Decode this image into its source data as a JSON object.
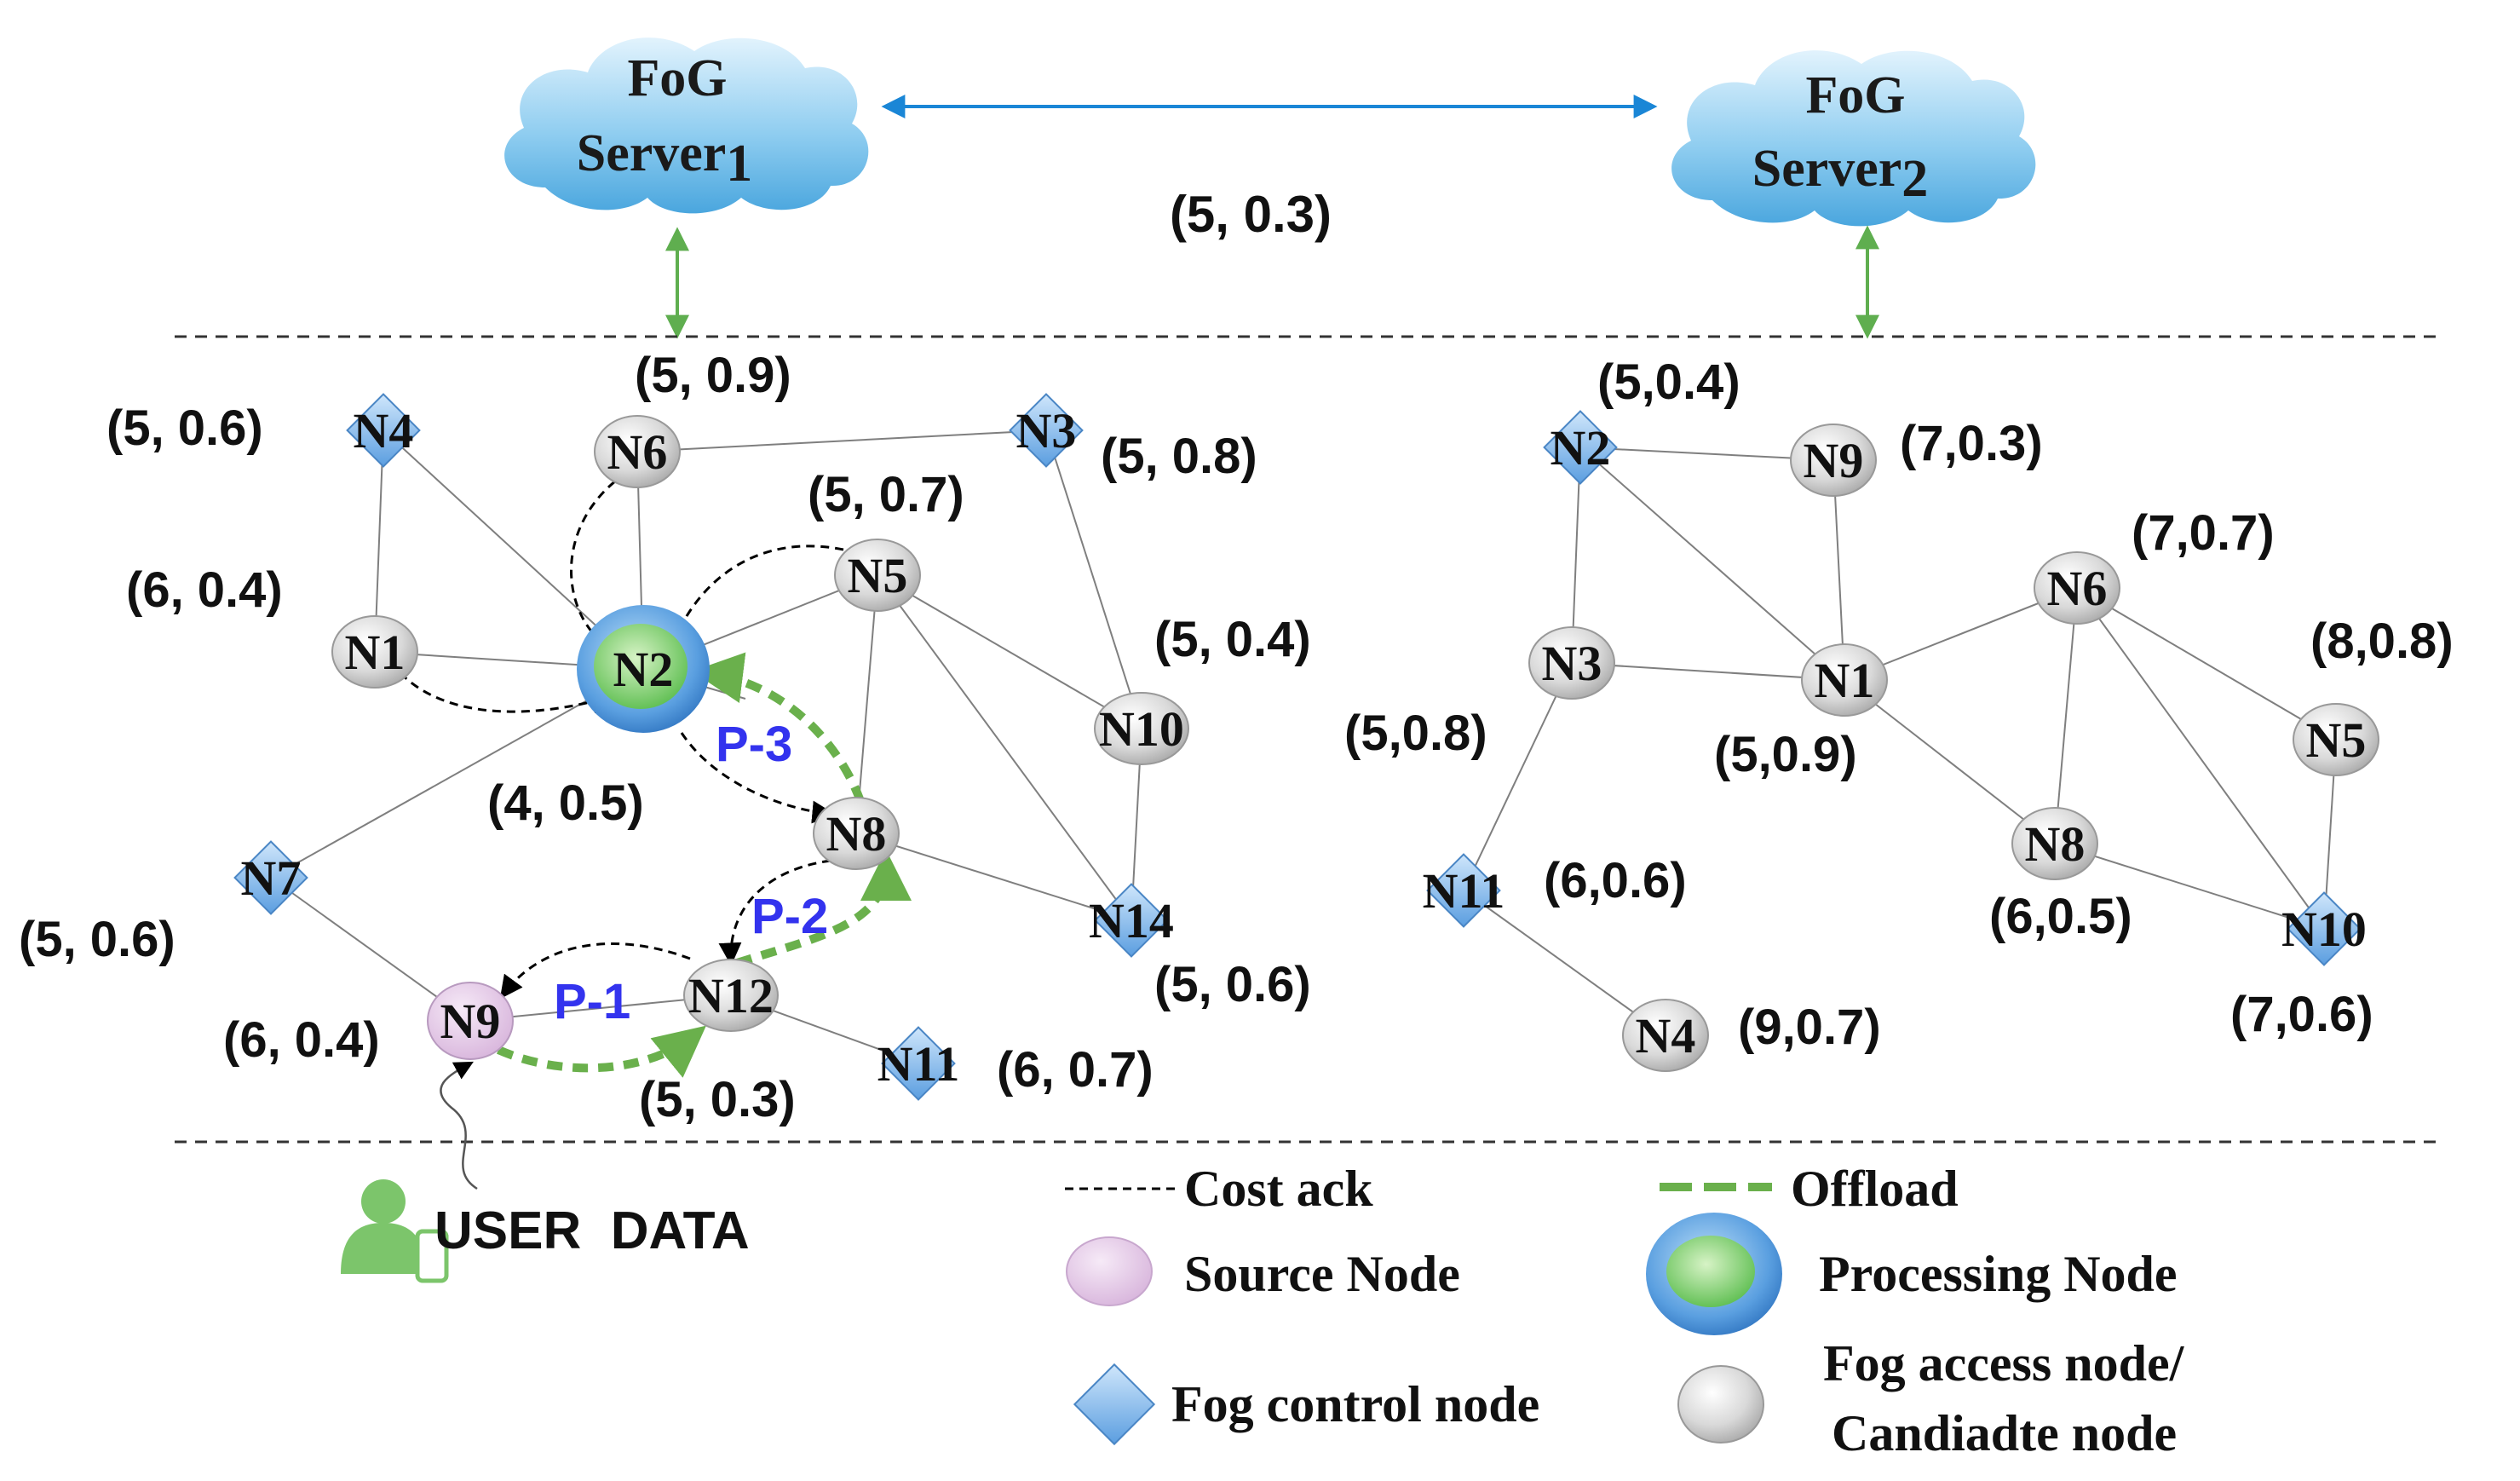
{
  "servers": {
    "s1": {
      "line1": "FoG",
      "line2": "Server",
      "sub": "1"
    },
    "s2": {
      "line1": "FoG",
      "line2": "Server",
      "sub": "2"
    },
    "link_label": "(5, 0.3)"
  },
  "left_network": {
    "nodes": {
      "n1": {
        "label": "N1",
        "type": "access",
        "value": "(6, 0.4)"
      },
      "n2": {
        "label": "N2",
        "type": "processing",
        "value": "(4, 0.5)"
      },
      "n3": {
        "label": "N3",
        "type": "control",
        "value": "(5, 0.8)"
      },
      "n4": {
        "label": "N4",
        "type": "control",
        "value": "(5, 0.6)"
      },
      "n5": {
        "label": "N5",
        "type": "access",
        "value": "(5, 0.7)"
      },
      "n6": {
        "label": "N6",
        "type": "access",
        "value": "(5, 0.9)"
      },
      "n7": {
        "label": "N7",
        "type": "control",
        "value": "(5, 0.6)"
      },
      "n8": {
        "label": "N8",
        "type": "access",
        "value": ""
      },
      "n9": {
        "label": "N9",
        "type": "source",
        "value": "(6, 0.4)"
      },
      "n10": {
        "label": "N10",
        "type": "access",
        "value": "(5, 0.4)"
      },
      "n11": {
        "label": "N11",
        "type": "control",
        "value": "(6, 0.7)"
      },
      "n12": {
        "label": "N12",
        "type": "access",
        "value": "(5, 0.3)"
      },
      "n14": {
        "label": "N14",
        "type": "control",
        "value": "(5, 0.6)"
      }
    },
    "paths": {
      "p1": "P-1",
      "p2": "P-2",
      "p3": "P-3"
    }
  },
  "right_network": {
    "nodes": {
      "n1": {
        "label": "N1",
        "type": "access",
        "value": "(5,0.9)"
      },
      "n2": {
        "label": "N2",
        "type": "control",
        "value": "(5,0.4)"
      },
      "n3": {
        "label": "N3",
        "type": "access",
        "value": "(5,0.8)"
      },
      "n4": {
        "label": "N4",
        "type": "access",
        "value": "(9,0.7)"
      },
      "n5": {
        "label": "N5",
        "type": "access",
        "value": "(8,0.8)"
      },
      "n6": {
        "label": "N6",
        "type": "access",
        "value": "(7,0.7)"
      },
      "n8": {
        "label": "N8",
        "type": "access",
        "value": "(6,0.5)"
      },
      "n9": {
        "label": "N9",
        "type": "access",
        "value": "(7,0.3)"
      },
      "n10": {
        "label": "N10",
        "type": "control",
        "value": "(7,0.6)"
      },
      "n11": {
        "label": "N11",
        "type": "control",
        "value": "(6,0.6)"
      }
    }
  },
  "user": {
    "label": "USER  DATA"
  },
  "legend": {
    "cost_ack": "Cost ack",
    "offload": "Offload",
    "source": "Source Node",
    "processing": "Processing Node",
    "control": "Fog control node",
    "access_line1": "Fog access node/",
    "access_line2": "Candiadte node"
  },
  "colors": {
    "edge": "#7f7f7f",
    "cost_ack": "#000000",
    "offload": "#6ab04c",
    "server_link": "#1a86d6",
    "uplink": "#5fae4f",
    "path_label": "#3333ee",
    "source_fill": "#e3c8e6",
    "control_fill": "#8cc0ee",
    "access_fill": "#d4d4d4",
    "processing_inner": "#7fcf6e",
    "processing_outer": "#5aa0e0"
  }
}
